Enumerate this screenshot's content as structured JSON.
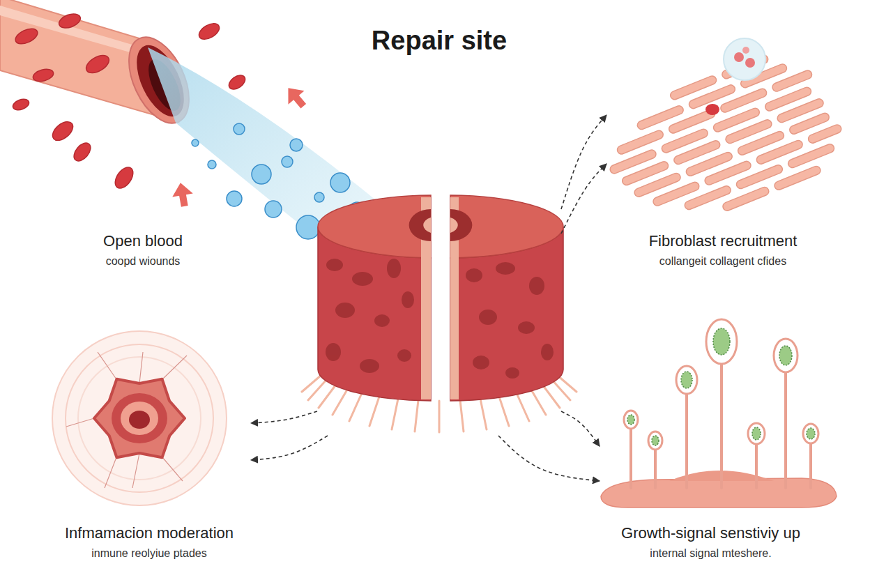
{
  "diagram": {
    "nodes": [
      {
        "text": [
          "Repair site"
        ]
      },
      {
        "text": [
          "Open blood",
          "coopd wiounds"
        ]
      },
      {
        "text": [
          "Fibroblast recruitment",
          "collangeit collagent cfides"
        ]
      },
      {
        "text": [
          "Infmamacion moderation",
          "inmune reolyiue ptades"
        ]
      },
      {
        "text": [
          "Growth-signal senstiviy up",
          "internal signal mteshere."
        ]
      }
    ],
    "edges": [
      {
        "from": 0,
        "to": 2,
        "arrow": "to"
      },
      {
        "from": 0,
        "to": 2,
        "arrow": "to"
      },
      {
        "from": 0,
        "to": 3,
        "arrow": "to"
      },
      {
        "from": 0,
        "to": 3,
        "arrow": "to"
      },
      {
        "from": 0,
        "to": 4,
        "arrow": "to"
      },
      {
        "from": 0,
        "to": 4,
        "arrow": "to"
      }
    ]
  }
}
